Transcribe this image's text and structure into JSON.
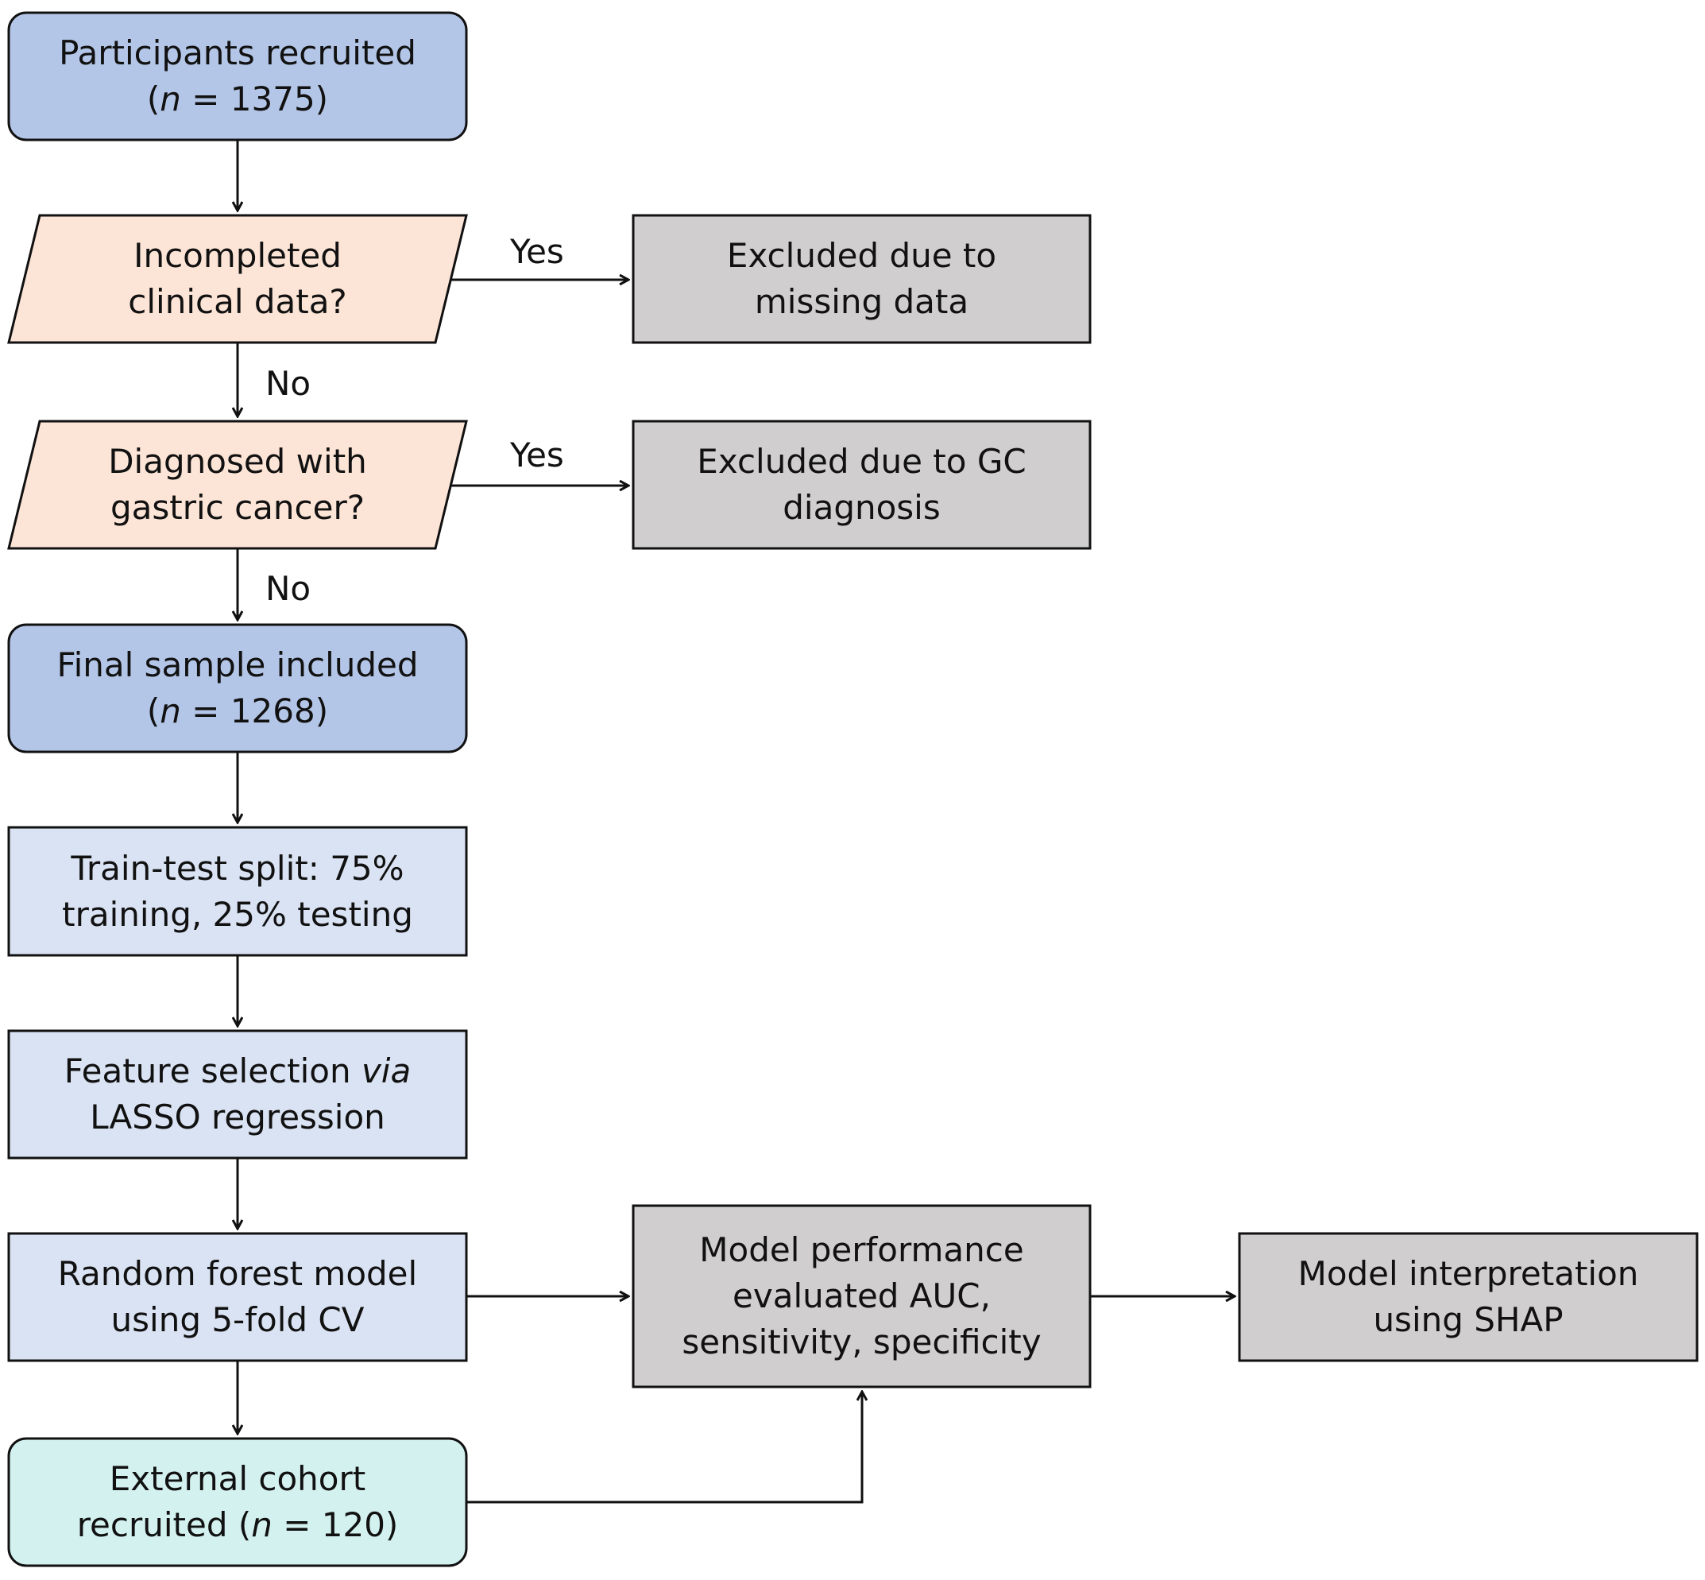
{
  "nodes": {
    "recruited": {
      "line1": "Participants recruited",
      "line2_pre": "(",
      "line2_var": "n",
      "line2_post": " = 1375)"
    },
    "incomplete": {
      "line1": "Incompleted",
      "line2": "clinical data?"
    },
    "excluded_missing": {
      "line1": "Excluded due to",
      "line2": "missing data"
    },
    "diagnosed": {
      "line1": "Diagnosed with",
      "line2": "gastric cancer?"
    },
    "excluded_gc": {
      "line1": "Excluded due to GC",
      "line2": "diagnosis"
    },
    "final_sample": {
      "line1": "Final sample included",
      "line2_pre": "(",
      "line2_var": "n",
      "line2_post": " = 1268)"
    },
    "split": {
      "line1": "Train-test split: 75%",
      "line2": "training, 25% testing"
    },
    "feature": {
      "line1_pre": "Feature selection ",
      "line1_em": "via",
      "line2": "LASSO regression"
    },
    "forest": {
      "line1": "Random forest model",
      "line2": "using 5-fold CV"
    },
    "performance": {
      "line1": "Model performance",
      "line2": "evaluated AUC,",
      "line3": "sensitivity, specificity"
    },
    "interpretation": {
      "line1": "Model interpretation",
      "line2": "using SHAP"
    },
    "external": {
      "line1": "External cohort",
      "line2_pre": "recruited (",
      "line2_var": "n",
      "line2_post": " = 120)"
    }
  },
  "edge_labels": {
    "yes_1": "Yes",
    "no_1": "No",
    "yes_2": "Yes",
    "no_2": "No"
  },
  "colors": {
    "dark_blue_fill": "#b4c6e7",
    "light_blue_fill": "#dae3f3",
    "peach_fill": "#fce4d6",
    "gray_fill": "#d0cece",
    "teal_fill": "#d3f1ef",
    "stroke": "#111111"
  }
}
